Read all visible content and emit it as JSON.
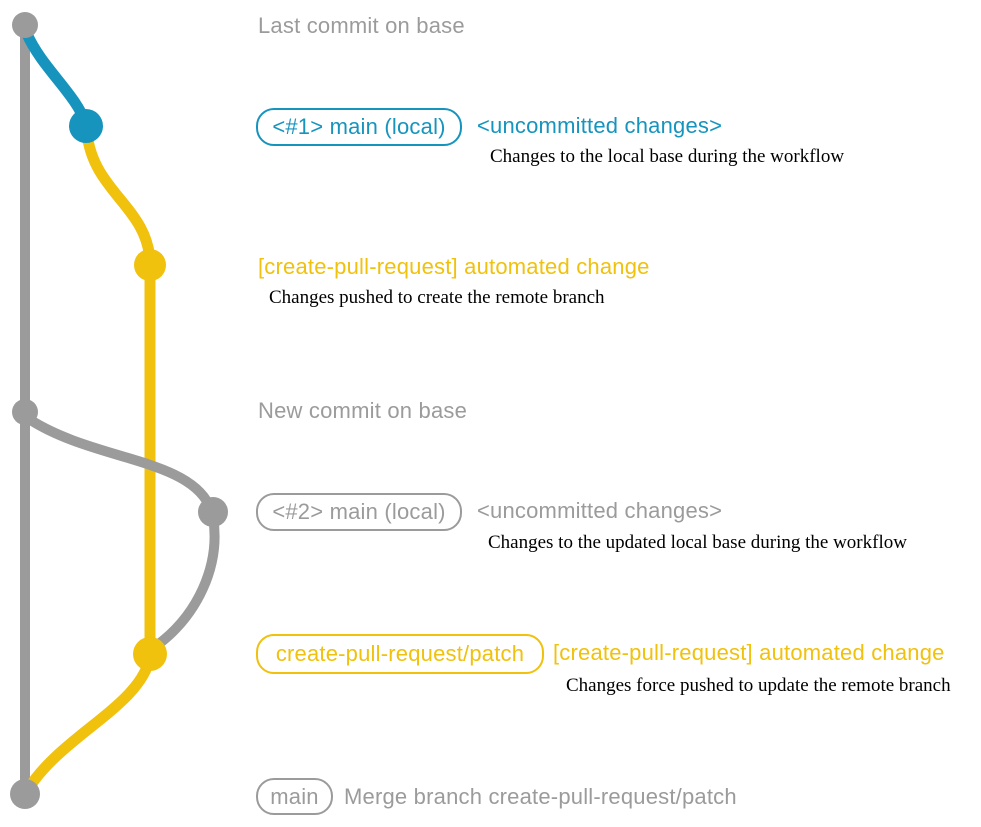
{
  "colors": {
    "gray": "#9B9B9B",
    "blue": "#1694BE",
    "yellow": "#F0C10D",
    "ink": "#000000"
  },
  "graph": {
    "commit1_label": "Last commit on base",
    "commit4_label": "New commit on base",
    "branch1_box": "<#1> main (local)",
    "branch1_note": "<uncommitted changes>",
    "branch1_desc": "Changes to the local base during the workflow",
    "auto_change1": "[create-pull-request] automated change",
    "auto_change1_desc": "Changes pushed to create the remote branch",
    "branch2_box": "<#2> main (local)",
    "branch2_note": "<uncommitted changes>",
    "branch2_desc": "Changes to the updated local base during the workflow",
    "patch_box": "create-pull-request/patch",
    "auto_change2": "[create-pull-request] automated change",
    "auto_change2_desc": "Changes force pushed to update the remote branch",
    "main_box": "main",
    "merge_label": "Merge branch create-pull-request/patch"
  }
}
